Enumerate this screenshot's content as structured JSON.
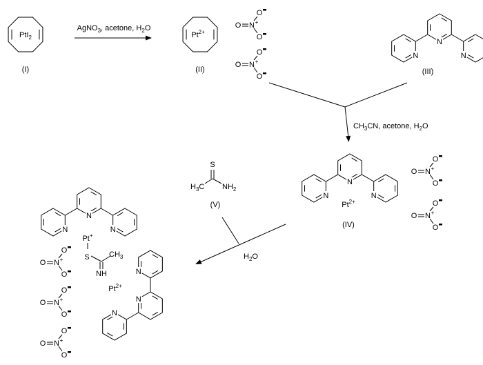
{
  "atom_N": "N",
  "nitrate": {
    "O": "O",
    "N": "N",
    "plus": "+"
  },
  "compounds": {
    "I": {
      "label": "(I)",
      "metal": "PtI",
      "metal_sub": "2"
    },
    "II": {
      "label": "(II)",
      "metal": "Pt",
      "charge": "2+"
    },
    "III": {
      "label": "(III)"
    },
    "IV": {
      "label": "(IV)",
      "metal": "Pt",
      "charge": "2+"
    },
    "V": {
      "label": "(V)",
      "S": "S",
      "H": "H",
      "H_sub": "3",
      "C": "C",
      "NH": "NH",
      "NH_sub": "2"
    },
    "product": {
      "pt1": "Pt",
      "pt1_charge": "+",
      "S": "S",
      "CH": "CH",
      "CH_sub": "3",
      "NH": "NH",
      "pt2": "Pt",
      "pt2_charge": "2+"
    }
  },
  "steps": [
    {
      "parts": [
        "AgNO",
        "3",
        ", acetone, H",
        "2",
        "O"
      ]
    },
    {
      "parts": [
        "CH",
        "3",
        "CN, acetone, H",
        "2",
        "O"
      ]
    },
    {
      "parts": [
        "H",
        "2",
        "O"
      ]
    }
  ]
}
